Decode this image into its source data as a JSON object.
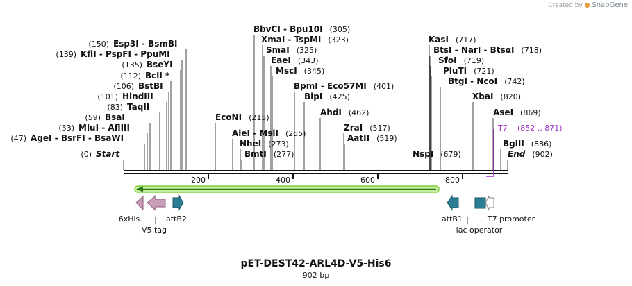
{
  "credit": {
    "prefix": "Created by",
    "brand": "SnapGene"
  },
  "title": "pET-DEST42-ARL4D-V5-His6",
  "length_label": "902 bp",
  "ruler": {
    "ticks": [
      "200",
      "400",
      "600",
      "800"
    ]
  },
  "sites": [
    {
      "name": "Start",
      "pos": "(0)",
      "italic": true
    },
    {
      "name": "AgeI  -  BsrFI  -  BsaWI",
      "pos": "(47)"
    },
    {
      "name": "MluI  -  AflIII",
      "pos": "(53)"
    },
    {
      "name": "BsaI",
      "pos": "(59)"
    },
    {
      "name": "TaqII",
      "pos": "(83)"
    },
    {
      "name": "HindIII",
      "pos": "(101)"
    },
    {
      "name": "BstBI",
      "pos": "(106)"
    },
    {
      "name": "BclI *",
      "pos": "(112)"
    },
    {
      "name": "BseYI",
      "pos": "(135)"
    },
    {
      "name": "KflI  -  PspFI  -  PpuMI",
      "pos": "(139)"
    },
    {
      "name": "Esp3I  -  BsmBI",
      "pos": "(150)"
    },
    {
      "name": "BbvCI  -  Bpu10I",
      "pos": "(305)"
    },
    {
      "name": "XmaI  -  TspMI",
      "pos": "(323)"
    },
    {
      "name": "SmaI",
      "pos": "(325)"
    },
    {
      "name": "EaeI",
      "pos": "(343)"
    },
    {
      "name": "MscI",
      "pos": "(345)"
    },
    {
      "name": "BpmI  -  Eco57MI",
      "pos": "(401)"
    },
    {
      "name": "BlpI",
      "pos": "(425)"
    },
    {
      "name": "AhdI",
      "pos": "(462)"
    },
    {
      "name": "ZraI",
      "pos": "(517)"
    },
    {
      "name": "AatII",
      "pos": "(519)"
    },
    {
      "name": "EcoNI",
      "pos": "(215)"
    },
    {
      "name": "AleI  -  MslI",
      "pos": "(255)"
    },
    {
      "name": "NheI",
      "pos": "(273)"
    },
    {
      "name": "BmtI",
      "pos": "(277)"
    },
    {
      "name": "KasI",
      "pos": "(717)"
    },
    {
      "name": "BtsI  -  NarI  -  BtsαI",
      "pos": "(718)"
    },
    {
      "name": "SfoI",
      "pos": "(719)"
    },
    {
      "name": "PluTI",
      "pos": "(721)"
    },
    {
      "name": "BtgI  -  NcoI",
      "pos": "(742)"
    },
    {
      "name": "XbaI",
      "pos": "(820)"
    },
    {
      "name": "AseI",
      "pos": "(869)"
    },
    {
      "name": "NspI",
      "pos": "(679)"
    },
    {
      "name": "BglII",
      "pos": "(886)"
    },
    {
      "name": "End",
      "pos": "(902)",
      "italic": true
    }
  ],
  "primer": {
    "name": "T7",
    "range": "(852 .. 871)",
    "color": "#9b30c8"
  },
  "features": [
    {
      "name": "6xHis",
      "color": "#c9a0b8"
    },
    {
      "name": "V5 tag",
      "color": "#c9a0b8"
    },
    {
      "name": "attB2",
      "color": "#2a7f95"
    },
    {
      "name": "attB1",
      "color": "#2a7f95"
    },
    {
      "name": "lac operator",
      "color": "#2a7f95"
    },
    {
      "name": "T7 promoter",
      "color": "#ffffff"
    }
  ],
  "colors": {
    "orf": "#7fd13b",
    "orf_arrow": "#2c7a1c",
    "backbone": "#111111"
  }
}
